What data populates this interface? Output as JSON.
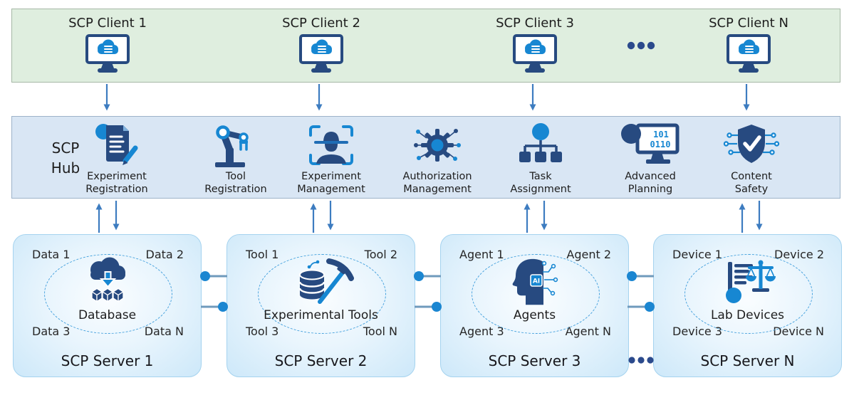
{
  "clients": {
    "items": [
      {
        "label": "SCP Client 1"
      },
      {
        "label": "SCP Client 2"
      },
      {
        "label": "SCP Client 3"
      },
      {
        "label": "SCP Client N"
      }
    ],
    "ellipsis": "..."
  },
  "hub": {
    "title_line1": "SCP",
    "title_line2": "Hub",
    "items": [
      {
        "line1": "Experiment",
        "line2": "Registration",
        "icon": "document-pencil-icon"
      },
      {
        "line1": "Tool",
        "line2": "Registration",
        "icon": "robot-arm-icon"
      },
      {
        "line1": "Experiment",
        "line2": "Management",
        "icon": "face-scan-icon"
      },
      {
        "line1": "Authorization",
        "line2": "Management",
        "icon": "gear-network-icon"
      },
      {
        "line1": "Task",
        "line2": "Assignment",
        "icon": "org-chart-icon"
      },
      {
        "line1": "Advanced",
        "line2": "Planning",
        "icon": "binary-monitor-icon",
        "binary_line1": "101",
        "binary_line2": "0110"
      },
      {
        "line1": "Content",
        "line2": "Safety",
        "icon": "shield-check-icon"
      }
    ]
  },
  "servers": {
    "items": [
      {
        "name": "SCP Server 1",
        "center_label": "Database",
        "corner_tl": "Data 1",
        "corner_tr": "Data 2",
        "corner_bl": "Data 3",
        "corner_br": "Data N",
        "icon": "cloud-database-icon"
      },
      {
        "name": "SCP Server 2",
        "center_label": "Experimental Tools",
        "corner_tl": "Tool 1",
        "corner_tr": "Tool 2",
        "corner_bl": "Tool 3",
        "corner_br": "Tool N",
        "icon": "database-pickaxe-icon"
      },
      {
        "name": "SCP Server 3",
        "center_label": "Agents",
        "corner_tl": "Agent 1",
        "corner_tr": "Agent 2",
        "corner_bl": "Agent 3",
        "corner_br": "Agent N",
        "icon": "ai-head-icon",
        "chip_text": "AI"
      },
      {
        "name": "SCP Server N",
        "center_label": "Lab Devices",
        "corner_tl": "Device 1",
        "corner_tr": "Device 2",
        "corner_bl": "Device 3",
        "corner_br": "Device N",
        "icon": "lab-scale-icon"
      }
    ],
    "ellipsis": "..."
  },
  "colors": {
    "client_band_bg": "#dfeedf",
    "hub_band_bg": "#d9e6f4",
    "server_fill": "#cde8f9",
    "navy": "#274a80",
    "bright_blue": "#1787d2",
    "arrow_blue": "#3d7cc0",
    "link_line": "#6f9abc",
    "ellipsis_navy": "#2b4a8c"
  }
}
